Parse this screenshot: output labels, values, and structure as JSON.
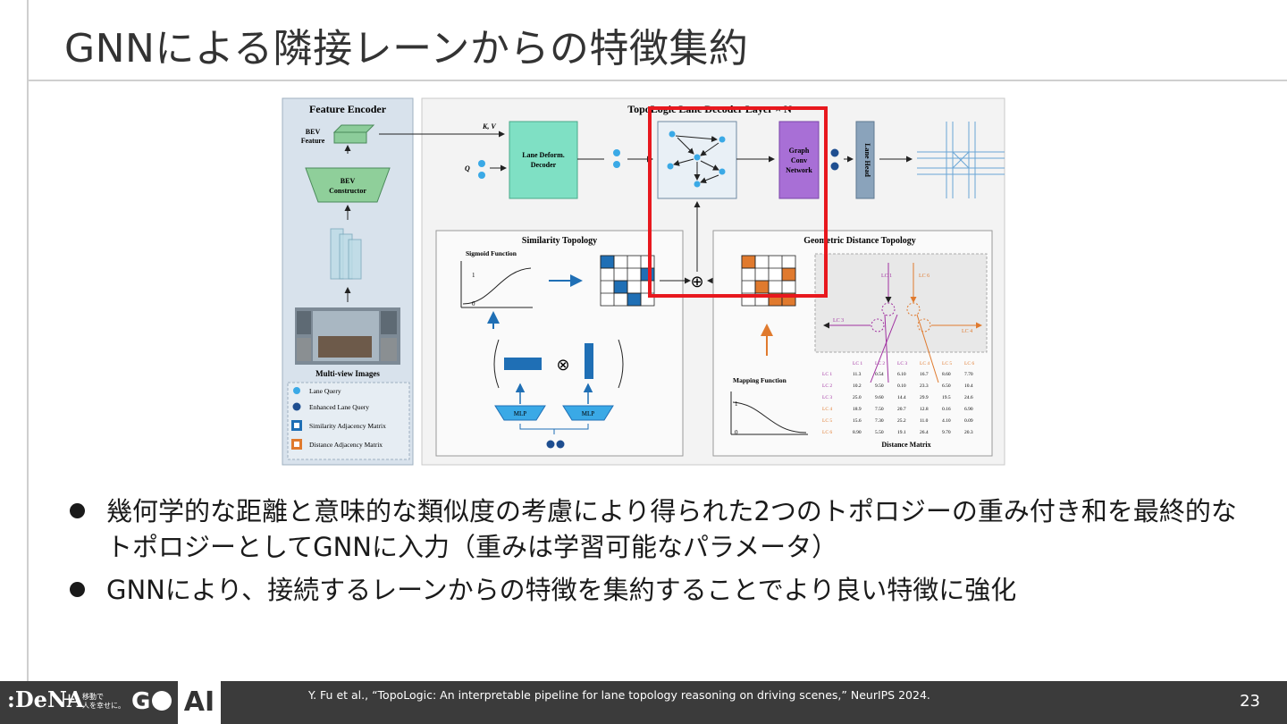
{
  "slide": {
    "title": "GNNによる隣接レーンからの特徴集約",
    "bullets": [
      "幾何学的な距離と意味的な類似度の考慮により得られた2つのトポロジーの重み付き和を最終的なトポロジーとしてGNNに入力（重みは学習可能なパラメータ）",
      "GNNにより、接続するレーンからの特徴を集約することでより良い特徴に強化"
    ],
    "page_number": "23"
  },
  "footer": {
    "logo_dena": ":DeNA",
    "plus": "+",
    "go_line1": "移動で",
    "go_line2": "人を幸せに。",
    "go_logo": "G",
    "ai_label": "AI",
    "citation": "Y. Fu et al., “TopoLogic: An interpretable pipeline for lane topology reasoning on driving scenes,” NeurIPS 2024."
  },
  "figure": {
    "feature_encoder": "Feature Encoder",
    "bev_feature": [
      "BEV",
      "Feature"
    ],
    "bev_constructor": [
      "BEV",
      "Constructor"
    ],
    "multiview": "Multi-view Images",
    "legend": [
      "Lane Query",
      "Enhanced Lane Query",
      "Similarity Adjacency Matrix",
      "Distance Adjacency Matrix"
    ],
    "decoder_title": "TopoLogic Lane Decoder Layer × N",
    "kv": "K, V",
    "q": "Q",
    "lane_deform": [
      "Lane Deform.",
      "Decoder"
    ],
    "gcn": [
      "Graph",
      "Conv",
      "Network"
    ],
    "lane_head": "Lane Head",
    "similarity_topology": "Similarity Topology",
    "sigmoid": "Sigmoid Function",
    "mlp": "MLP",
    "geo_topology": "Geometric Distance Topology",
    "mapping": "Mapping Function",
    "distance_matrix": "Distance Matrix",
    "lc_labels": [
      "LC 1",
      "LC 2",
      "LC 3",
      "LC 4",
      "LC 5",
      "LC 6"
    ],
    "matrix": [
      [
        "11.3",
        "0.54",
        "6.10",
        "16.7",
        "8.60",
        "7.70"
      ],
      [
        "10.2",
        "9.50",
        "0.10",
        "23.3",
        "6.50",
        "10.4"
      ],
      [
        "25.0",
        "9.60",
        "14.4",
        "29.9",
        "19.5",
        "24.6"
      ],
      [
        "18.9",
        "7.50",
        "20.7",
        "12.8",
        "0.16",
        "6.90"
      ],
      [
        "15.6",
        "7.30",
        "25.2",
        "11.0",
        "4.10",
        "0.09"
      ],
      [
        "8.90",
        "5.50",
        "19.1",
        "26.4",
        "9.70",
        "20.3"
      ]
    ],
    "one": "1",
    "zero": "0",
    "colors": {
      "blue": "#1f6fb5",
      "orange": "#e07a2e",
      "green": "#7fd6b8",
      "purple": "#a66fd6",
      "red": "#e8181e",
      "slate": "#8aa3bb"
    }
  }
}
